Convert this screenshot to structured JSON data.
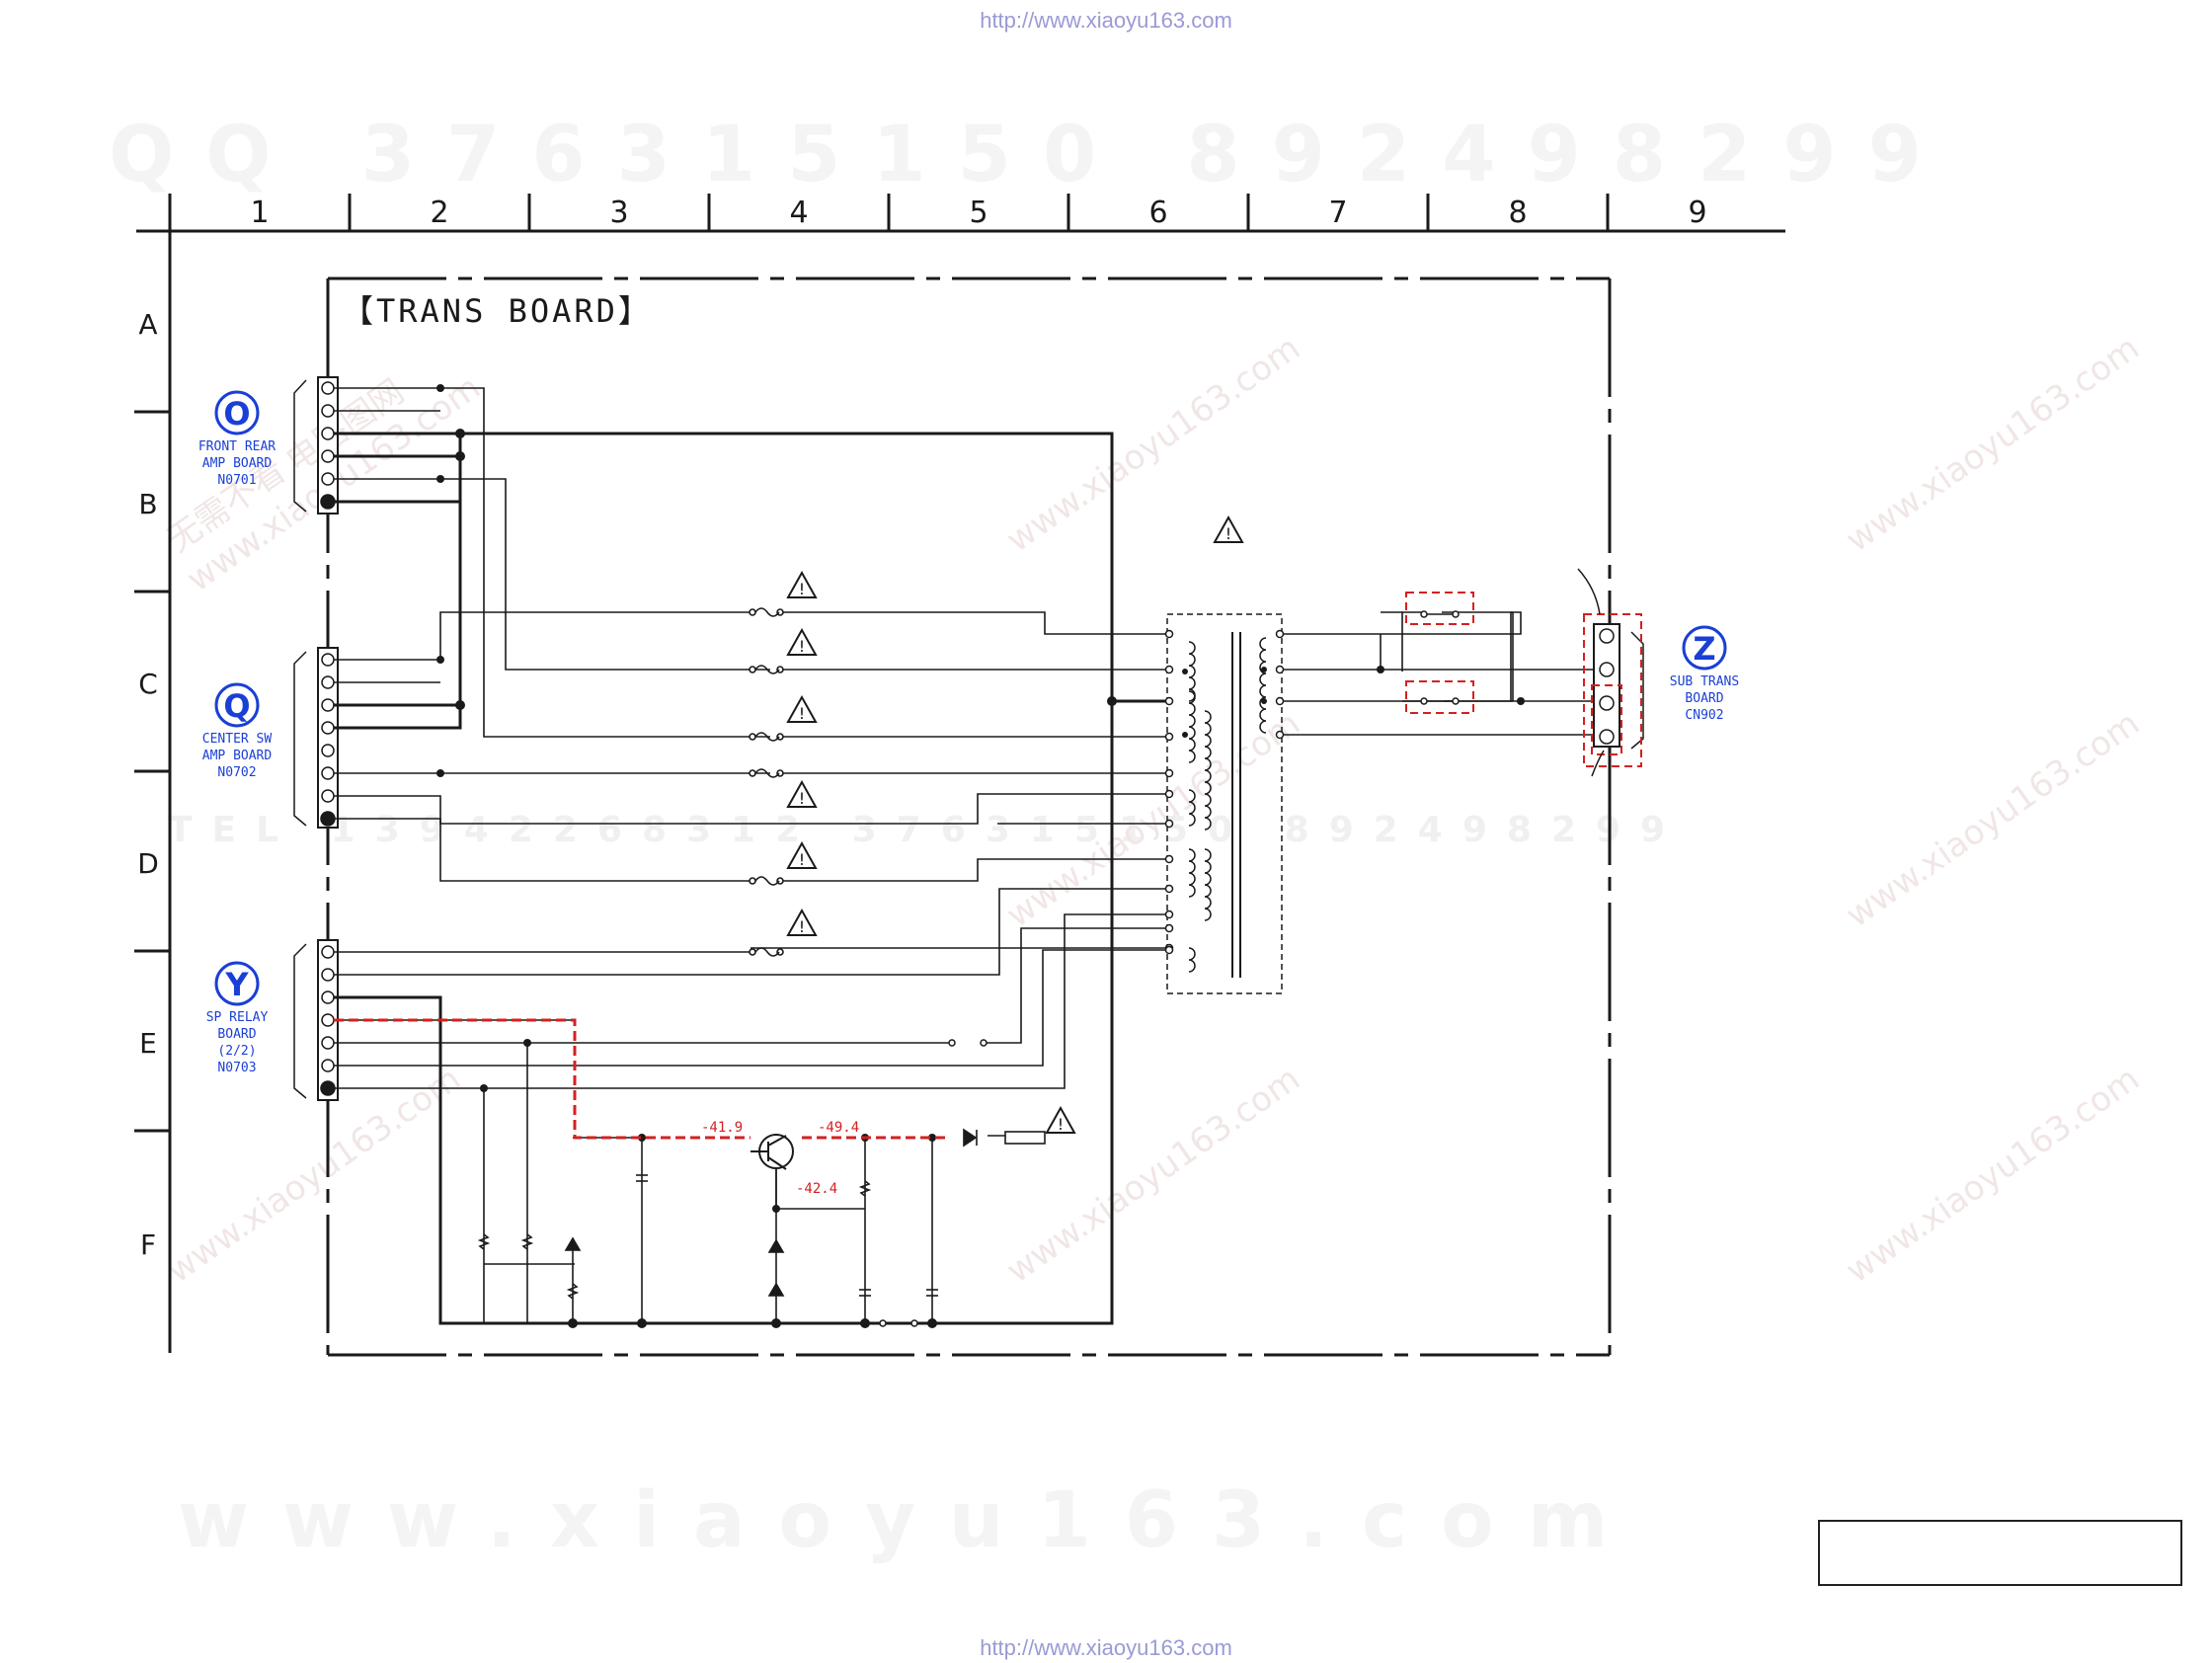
{
  "header_url": "http://www.xiaoyu163.com",
  "footer_url": "http://www.xiaoyu163.com",
  "watermarks": {
    "top": "QQ 376315150   892498299",
    "bottom": "www.xiaoyu163.com",
    "middle": "TEL 13942268312   376315150   892498299",
    "diagonal_cn": "无需不看",
    "diagonal_cn2": "电路图网",
    "diagonal_url": "www.xiaoyu163.com"
  },
  "grid": {
    "columns": [
      "1",
      "2",
      "3",
      "4",
      "5",
      "6",
      "7",
      "8",
      "9"
    ],
    "rows": [
      "A",
      "B",
      "C",
      "D",
      "E",
      "F"
    ]
  },
  "board_title": "【TRANS BOARD】",
  "connectors": [
    {
      "symbol": "O",
      "lines": [
        "FRONT REAR",
        "AMP BOARD",
        "N0701"
      ]
    },
    {
      "symbol": "Q",
      "lines": [
        "CENTER SW",
        "AMP BOARD",
        "N0702"
      ]
    },
    {
      "symbol": "Y",
      "lines": [
        "SP RELAY",
        "BOARD",
        "(2/2)",
        "N0703"
      ]
    },
    {
      "symbol": "Z",
      "lines": [
        "SUB TRANS",
        "BOARD",
        "CN902"
      ]
    }
  ],
  "voltages": {
    "base": "-41.9",
    "emitter": "-49.4",
    "collector": "-42.4"
  },
  "colors": {
    "line": "#1a1a1a",
    "connector_label": "#1a3fd6",
    "voltage": "#d42020"
  }
}
